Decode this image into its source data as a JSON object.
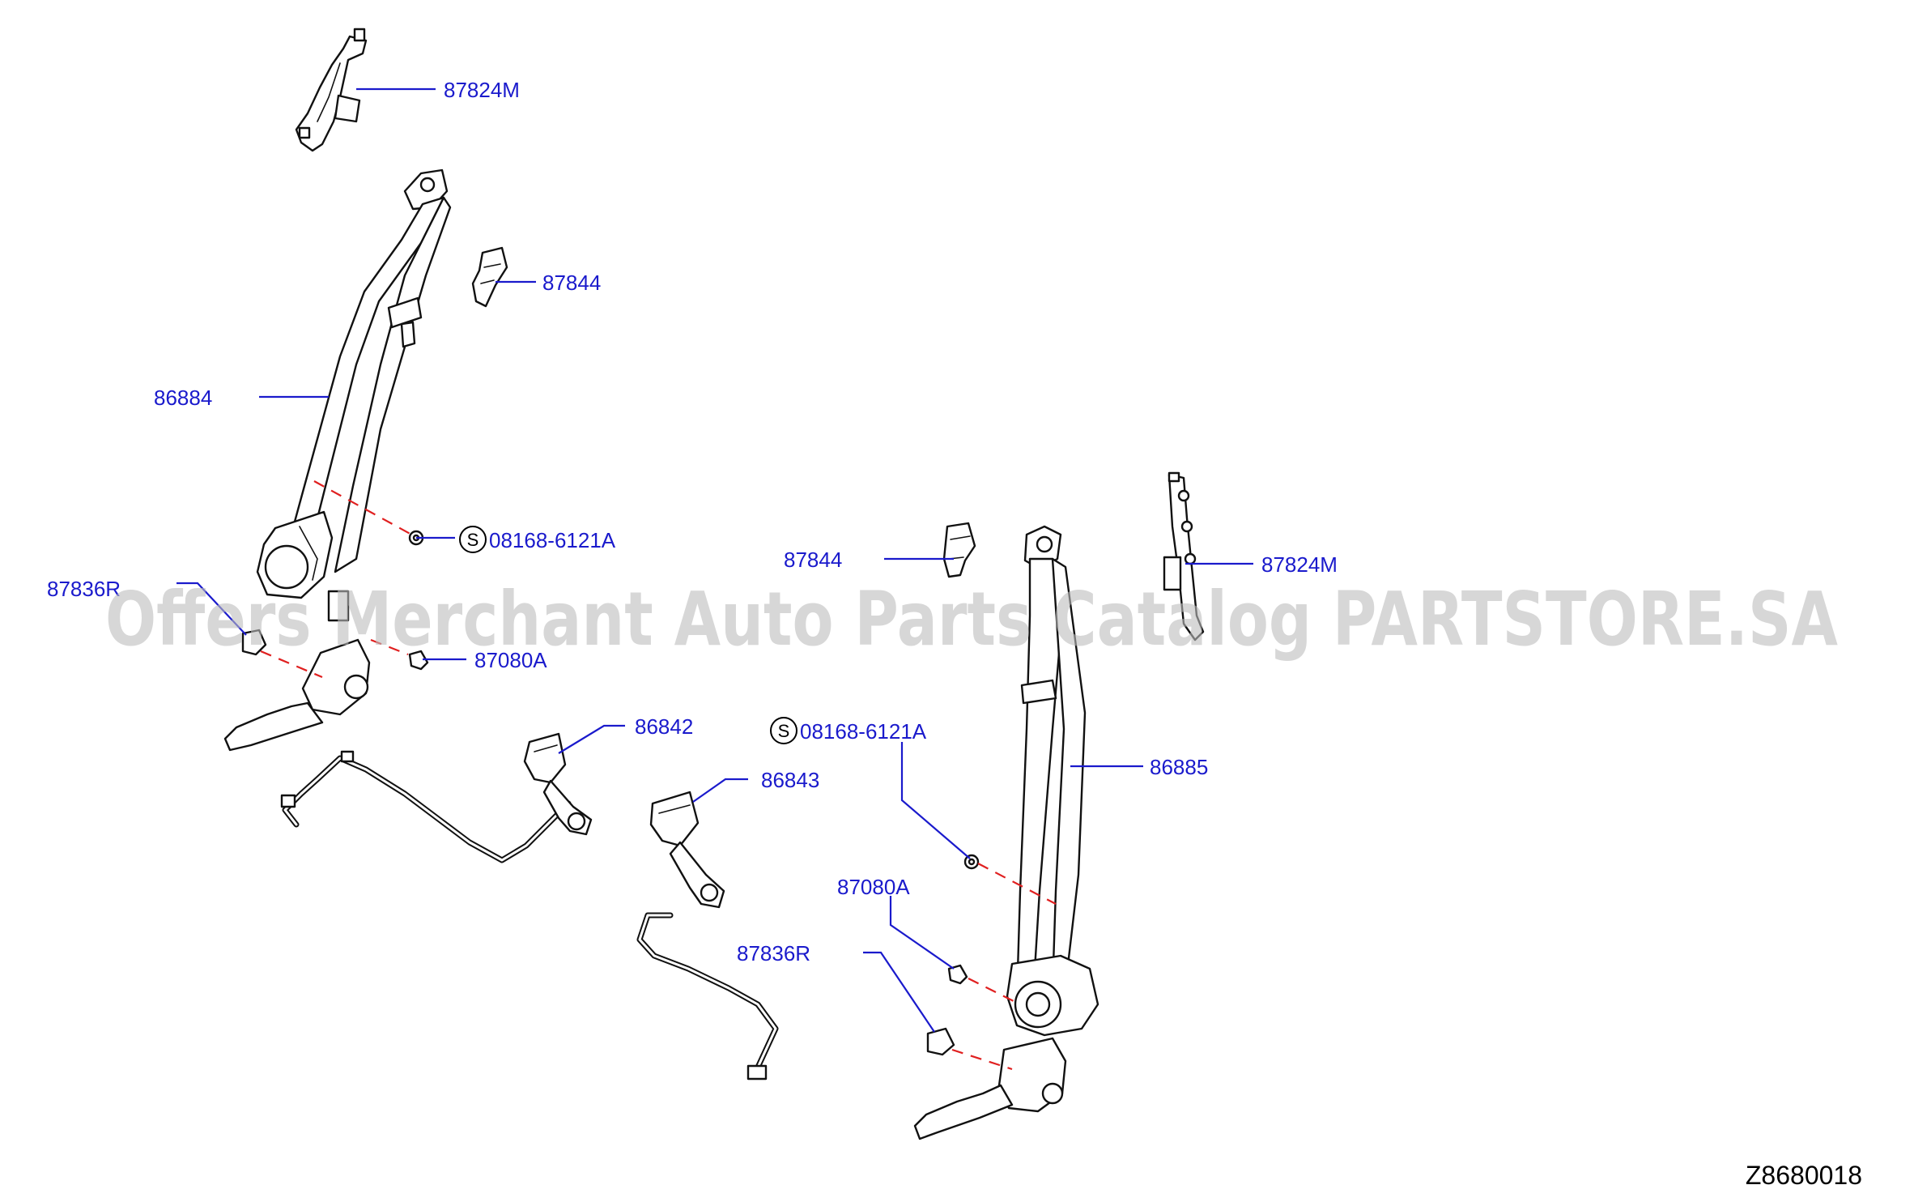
{
  "labels": {
    "l1": "87824M",
    "l2": "87844",
    "l3": "86884",
    "l4": "08168-6121A",
    "l5": "87836R",
    "l6": "87080A",
    "l7": "86842",
    "l8": "86843",
    "l9": "87844",
    "l10": "87824M",
    "l11": "08168-6121A",
    "l12": "86885",
    "l13": "87080A",
    "l14": "87836R"
  },
  "standard_marker": "S",
  "watermark": "Offers Merchant Auto Parts Catalog PARTSTORE.SA",
  "diagram_code": "Z8680018"
}
